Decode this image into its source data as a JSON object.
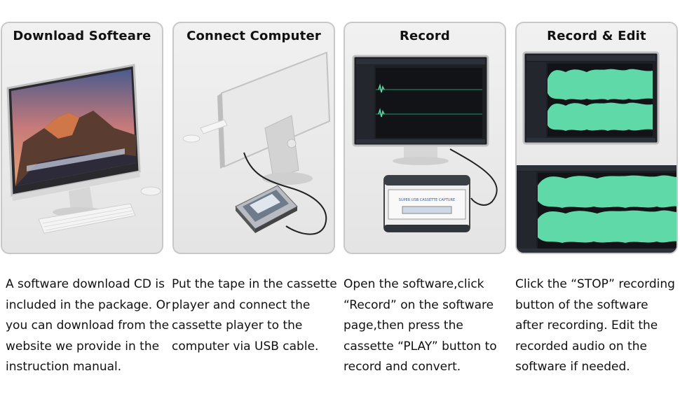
{
  "steps": [
    {
      "title": "Download Softeare",
      "description": "A software download CD is included in the package. Or you can download from the website we provide in the instruction manual."
    },
    {
      "title": "Connect Computer",
      "description": "Put the tape in the cassette player and connect the cassette player to the computer via USB cable."
    },
    {
      "title": "Record",
      "description": "Open the software,click “Record” on the software page,then press the cassette “PLAY” button to record and convert."
    },
    {
      "title": "Record & Edit",
      "description": "Click the “STOP” recording button of the software after recording. Edit the recorded audio on the software if needed."
    }
  ],
  "cassette_label": "SUPER USB CASSETTE CAPTURE",
  "colors": {
    "waveform": "#5fd9a8",
    "panel_border": "#c8c8c8",
    "screen_dark": "#1c1f24"
  }
}
